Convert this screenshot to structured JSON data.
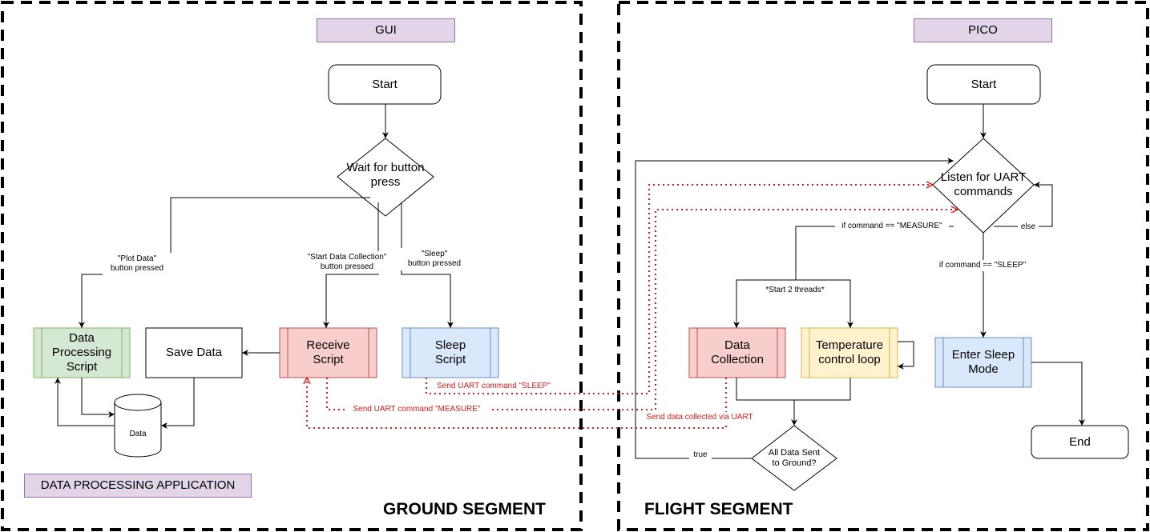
{
  "segments": {
    "ground": {
      "title": "GROUND SEGMENT",
      "tag": "GUI",
      "app_label": "DATA PROCESSING APPLICATION"
    },
    "flight": {
      "title": "FLIGHT SEGMENT",
      "tag": "PICO"
    }
  },
  "gui": {
    "start": "Start",
    "wait": "Wait for button\npress",
    "data_processing": "Data\nProcessing\nScript",
    "save_data": "Save Data",
    "receive_script": "Receive\nScript",
    "sleep_script": "Sleep\nScript",
    "data_store": "Data",
    "edge_plot": "\"Plot Data\"\nbutton pressed",
    "edge_start_collection": "\"Start Data Collection\"\nbutton pressed",
    "edge_sleep": "\"Sleep\"\nbutton pressed"
  },
  "pico": {
    "start": "Start",
    "listen": "Listen for UART\ncommands",
    "data_collection": "Data\nCollection",
    "temp_loop": "Temperature\ncontrol loop",
    "enter_sleep": "Enter Sleep\nMode",
    "end": "End",
    "all_sent": "All Data Sent\nto Ground?",
    "edge_measure": "if command == \"MEASURE\"",
    "edge_sleep": "if command == \"SLEEP\"",
    "edge_else": "else",
    "edge_threads": "*Start 2 threads*",
    "edge_true": "true"
  },
  "links": {
    "send_sleep": "Send UART command \"SLEEP\"",
    "send_measure": "Send UART command \"MEASURE\"",
    "send_data": "Send data collected via UART"
  },
  "colors": {
    "tag_fill": "#e1d5e7",
    "tag_stroke": "#9673a6",
    "green_fill": "#d5e8d4",
    "green_stroke": "#82b366",
    "red_fill": "#f8cecc",
    "red_stroke": "#b85450",
    "blue_fill": "#dae8fc",
    "blue_stroke": "#6c8ebf",
    "yellow_fill": "#fff2cc",
    "yellow_stroke": "#d6b656",
    "uart_link": "#e41a1c"
  }
}
